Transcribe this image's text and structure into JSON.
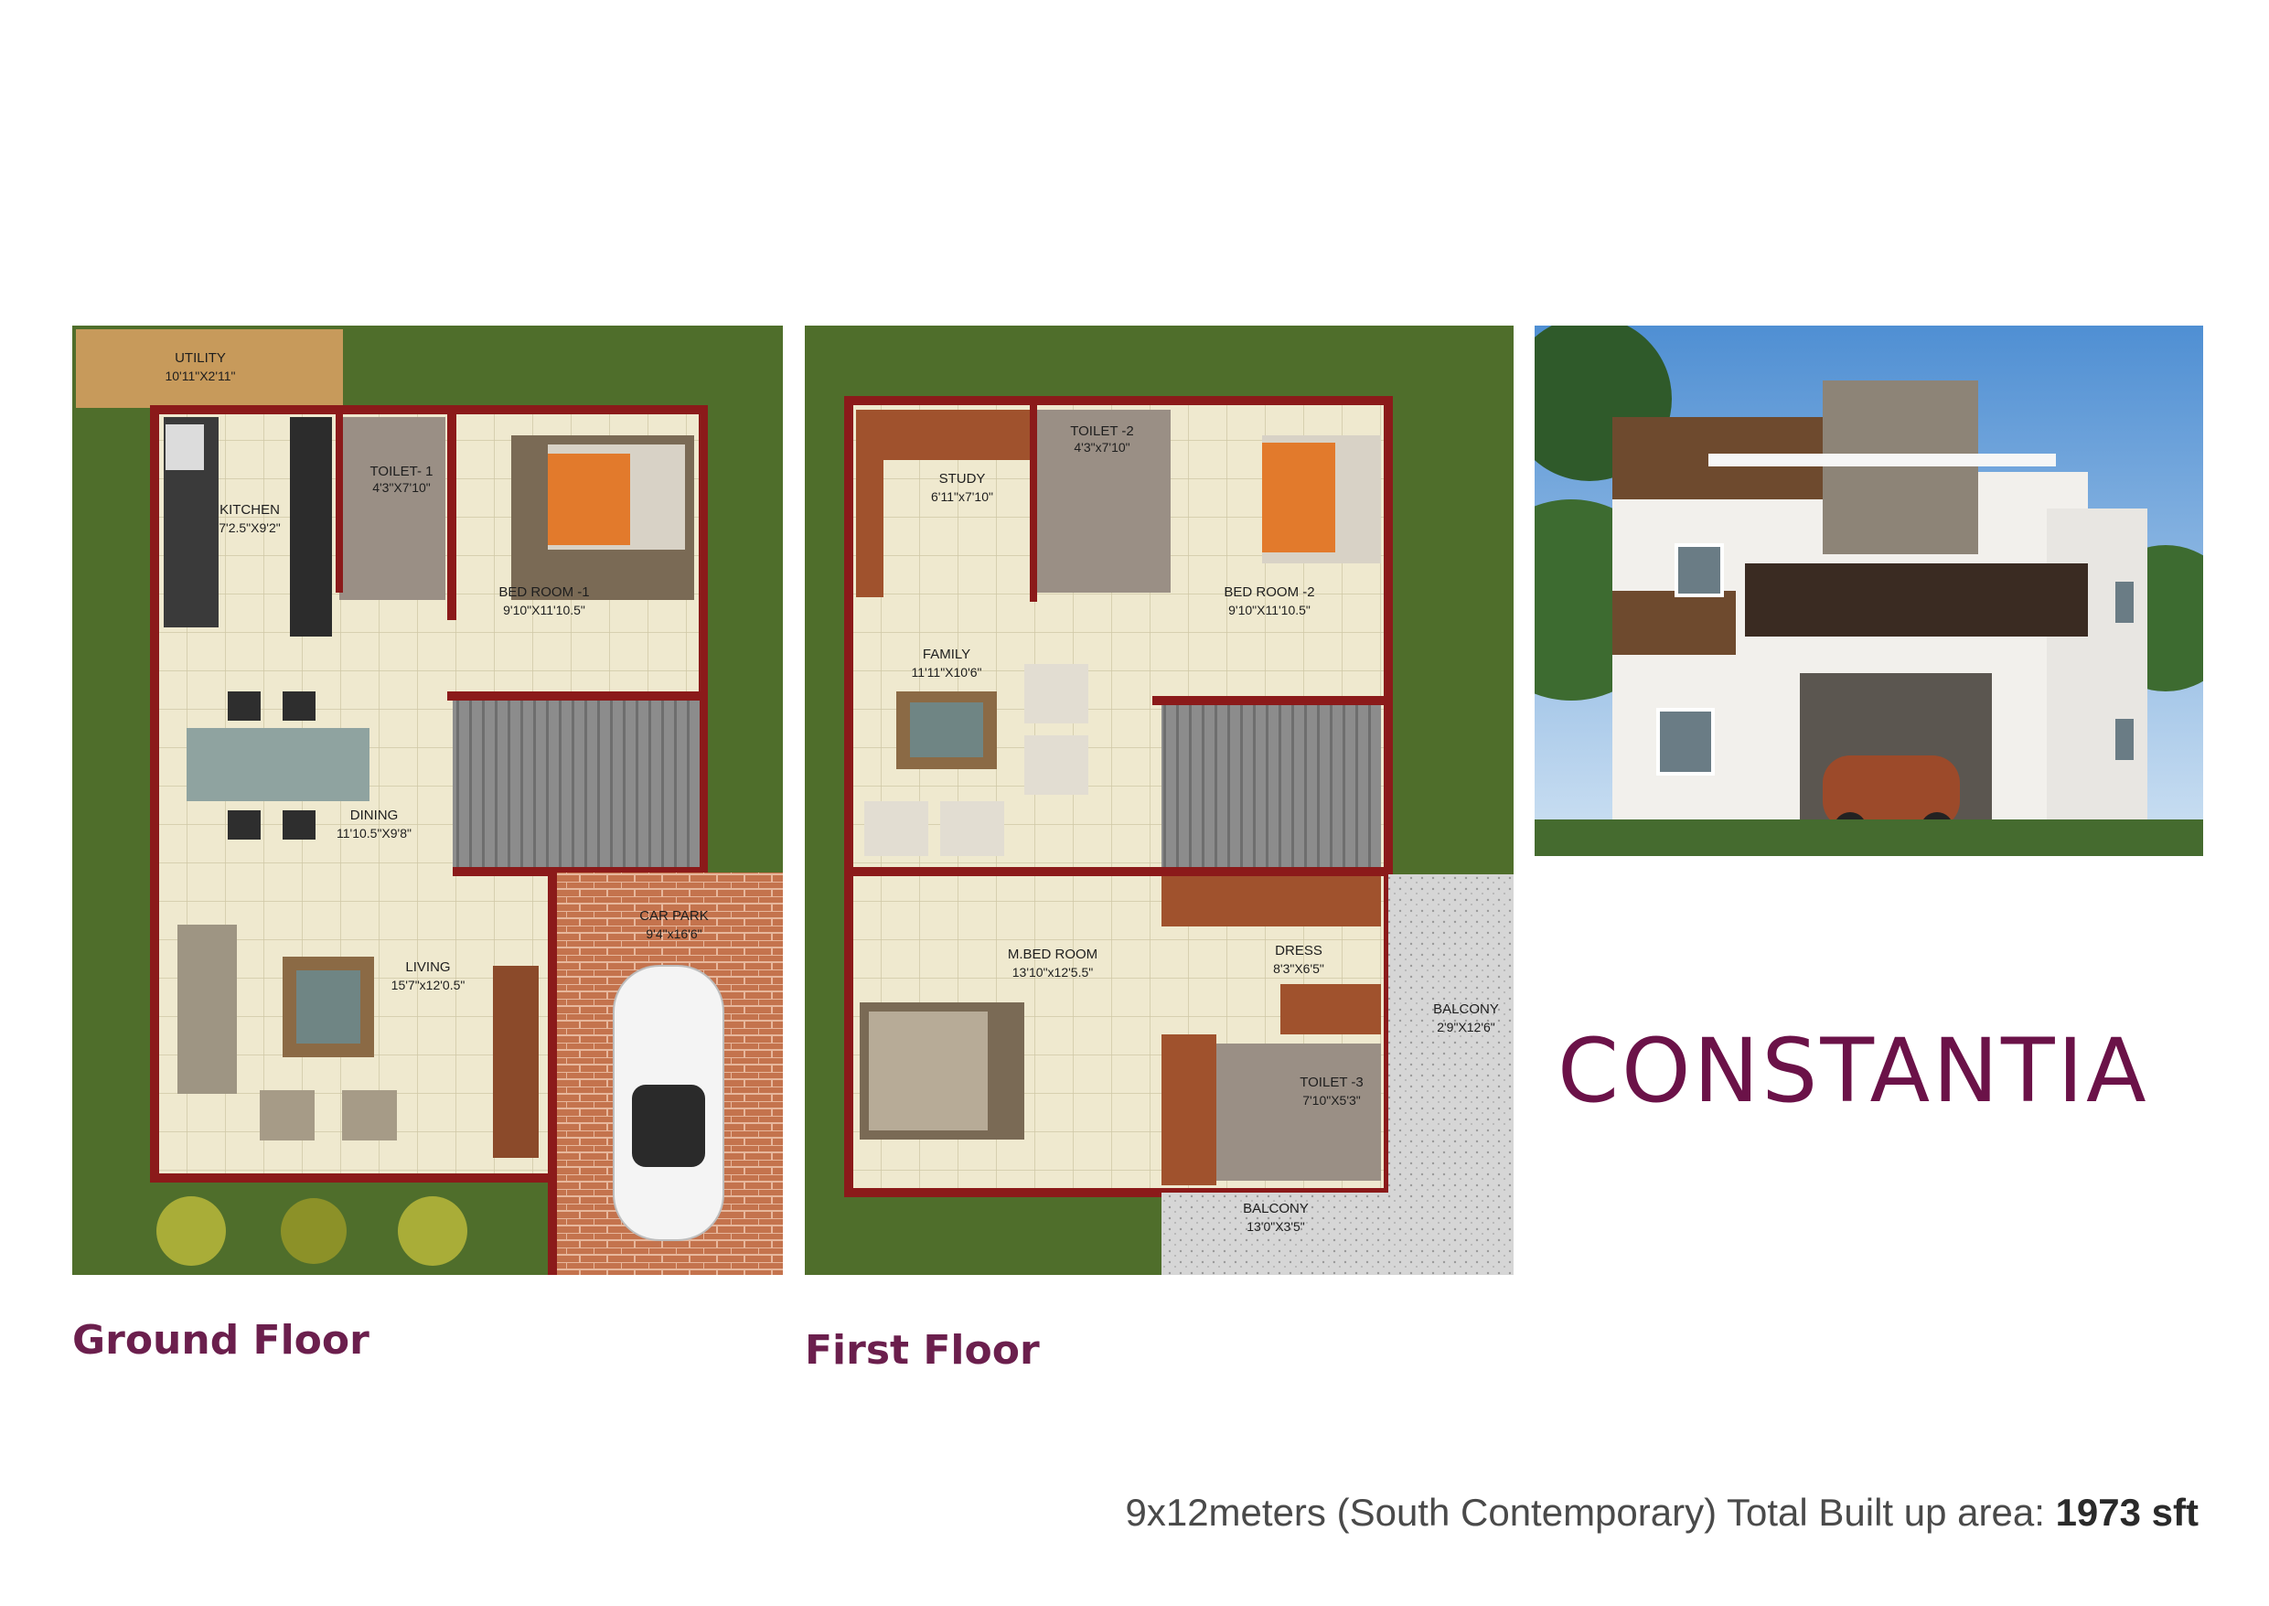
{
  "project_name": "CONSTANTIA",
  "footer": {
    "prefix": "9x12meters (South Contemporary) Total Built up area:",
    "area_value": "1973 sft"
  },
  "ground_floor": {
    "caption": "Ground Floor",
    "rooms": [
      {
        "name": "UTILITY",
        "dims": "10'11\"X2'11\""
      },
      {
        "name": "TOILET- 1",
        "dims": "4'3\"X7'10\""
      },
      {
        "name": "KITCHEN",
        "dims": "7'2.5\"X9'2\""
      },
      {
        "name": "BED ROOM -1",
        "dims": "9'10\"X11'10.5\""
      },
      {
        "name": "DINING",
        "dims": "11'10.5\"X9'8\""
      },
      {
        "name": "CAR PARK",
        "dims": "9'4\"x16'6\""
      },
      {
        "name": "LIVING",
        "dims": "15'7\"x12'0.5\""
      }
    ]
  },
  "first_floor": {
    "caption": "First Floor",
    "rooms": [
      {
        "name": "TOILET -2",
        "dims": "4'3\"x7'10\""
      },
      {
        "name": "STUDY",
        "dims": "6'11\"x7'10\""
      },
      {
        "name": "BED ROOM -2",
        "dims": "9'10\"X11'10.5\""
      },
      {
        "name": "FAMILY",
        "dims": "11'11\"X10'6\""
      },
      {
        "name": "DRESS",
        "dims": "8'3\"X6'5\""
      },
      {
        "name": "M.BED ROOM",
        "dims": "13'10\"x12'5.5\""
      },
      {
        "name": "BALCONY",
        "dims": "2'9\"X12'6\""
      },
      {
        "name": "TOILET -3",
        "dims": "7'10\"X5'3\""
      },
      {
        "name": "BALCONY",
        "dims": "13'0\"X3'5\""
      }
    ]
  },
  "colors": {
    "brand": "#6b1248",
    "wall": "#8b1a1a",
    "lawn": "#4d6b2a",
    "floor": "#efe9cf"
  }
}
